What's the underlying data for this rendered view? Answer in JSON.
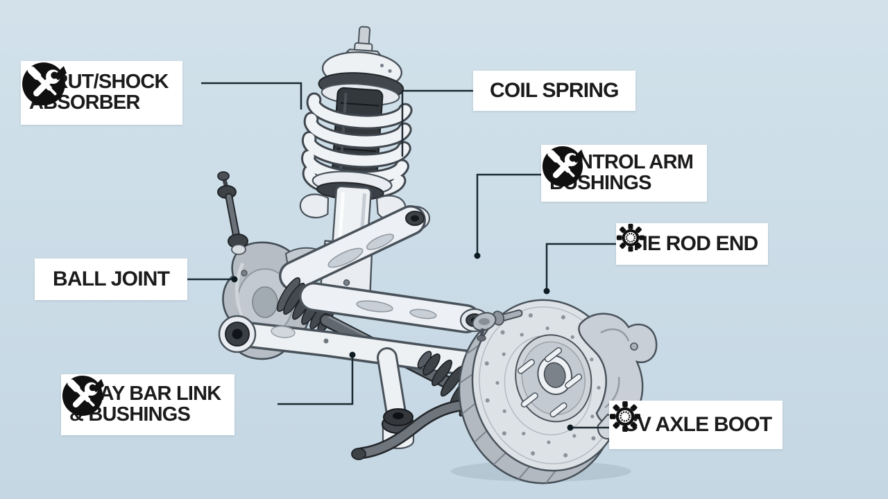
{
  "diagram": {
    "background_top": "#d2e1ea",
    "background_bottom": "#c5d7e3",
    "label_bg": "#ffffff",
    "label_text_color": "#1b1b1b",
    "leader_line_color": "#1b2831",
    "leader_dot_color": "#0e1a21",
    "icon_color": "#101010"
  },
  "labels": {
    "strut": {
      "line1": "STRUT/SHOCK",
      "line2": "ABSORBER",
      "icon": "tools"
    },
    "coil_spring": {
      "line1": "COIL SPRING"
    },
    "control_arm_bushings": {
      "line1": "CONTROL ARM",
      "line2": "BUSHINGS",
      "icon": "tools"
    },
    "tie_rod_end": {
      "line1": "TIE ROD END",
      "icon": "gear"
    },
    "ball_joint": {
      "line1": "BALL JOINT"
    },
    "sway_bar": {
      "line1": "SWAY BAR LINK",
      "line2": "& BUSHINGS",
      "icon": "tools"
    },
    "cv_axle_boot": {
      "line1": "CV AXLE BOOT",
      "icon": "gear"
    }
  },
  "illustration_palette": {
    "part_white": "#eef1f4",
    "part_outline": "#49525a",
    "part_dark": "#3d4247",
    "part_gray": "#b6bdc4",
    "rotor_face": "#dde2e7"
  }
}
